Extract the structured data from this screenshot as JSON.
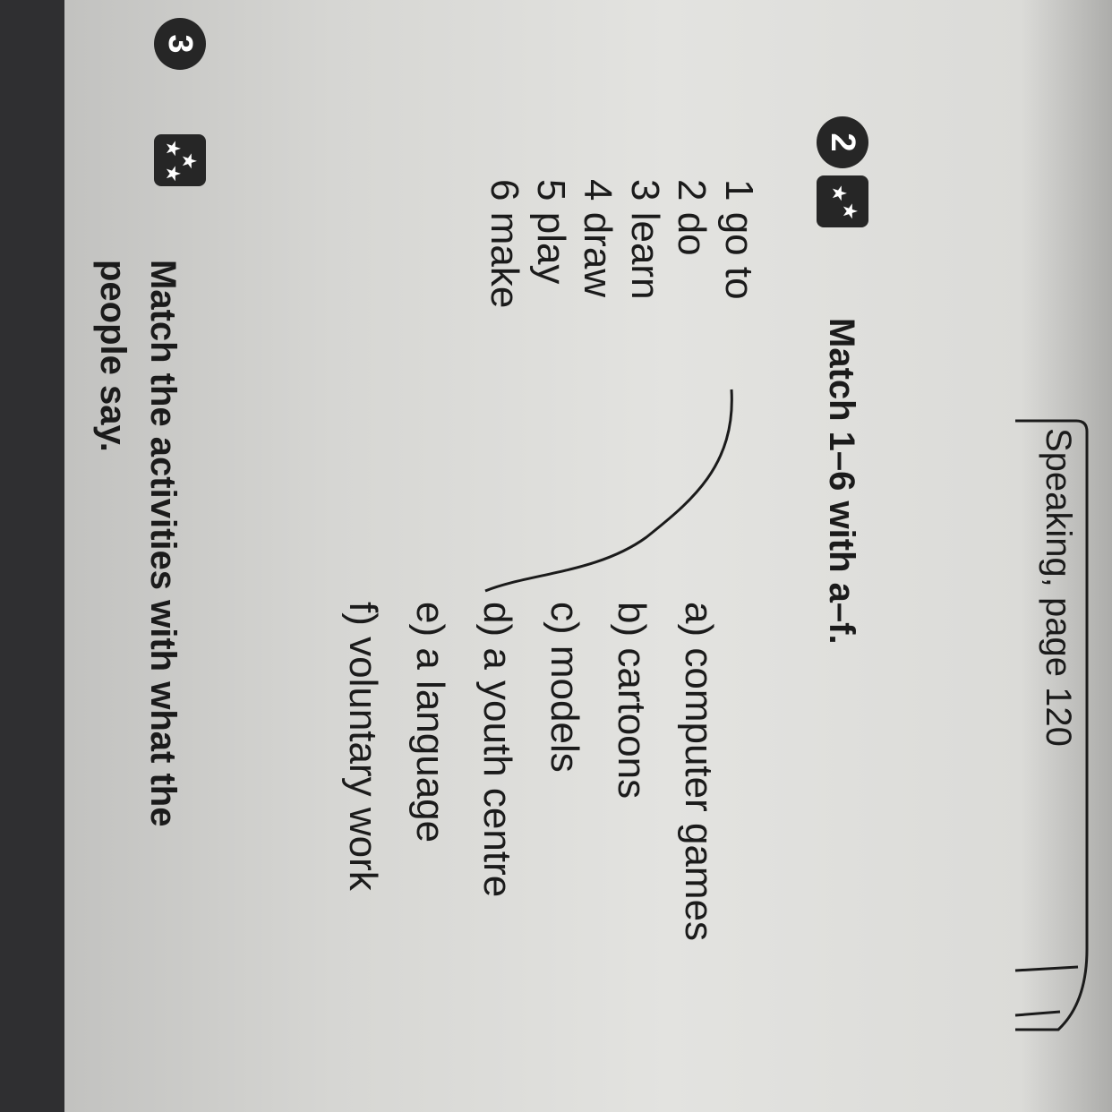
{
  "header": {
    "text": "Speaking, page 120"
  },
  "exercise2": {
    "number": "2",
    "stars_icon": "two-stars-icon",
    "title": "Match 1–6 with a–f.",
    "left_items": [
      "1 go to",
      "2 do",
      "3 learn",
      "4 draw",
      "5 play",
      "6 make"
    ],
    "right_items": [
      "a) computer games",
      "b) cartoons",
      "c) models",
      "d) a youth centre",
      "e) a language",
      "f) voluntary work"
    ],
    "connection": "1 go to — d) a youth centre"
  },
  "exercise3": {
    "number": "3",
    "stars_icon": "three-stars-icon",
    "title_line1": "Match the activities with what the",
    "title_line2": "people say."
  }
}
